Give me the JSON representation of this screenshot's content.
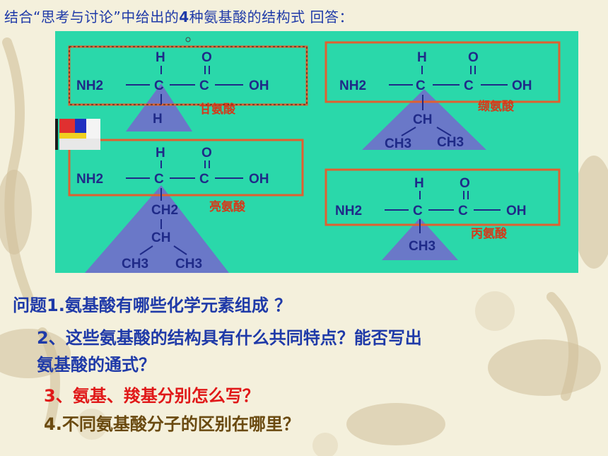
{
  "title": {
    "prefix": "结合“思考与讨论”中给出的",
    "num": "4",
    "suffix": "种氨基酸的结构式 回答："
  },
  "atoms": {
    "H": "H",
    "O": "O",
    "NH2": "NH2",
    "C": "C",
    "OH": "OH",
    "CH": "CH",
    "CH2": "CH2",
    "CH3": "CH3"
  },
  "amino_acids": {
    "glycine": "甘氨酸",
    "valine": "缬氨酸",
    "leucine": "亮氨酸",
    "alanine": "丙氨酸"
  },
  "questions": {
    "q1": "问题1.氨基酸有哪些化学元素组成 ？",
    "q2_line1": "2、这些氨基酸的结构具有什么共同特点？能否写出",
    "q2_line2": "氨基酸的通式？",
    "q3": "3、氨基、羧基分别怎么写？",
    "q4": "4.不同氨基酸分子的区别在哪里？"
  },
  "colors": {
    "panel": "#2ad8aa",
    "box_border": "#e06030",
    "triangle": "#6a78c8",
    "name_red": "#d43a1a",
    "text_blue": "#1f3aa8"
  }
}
